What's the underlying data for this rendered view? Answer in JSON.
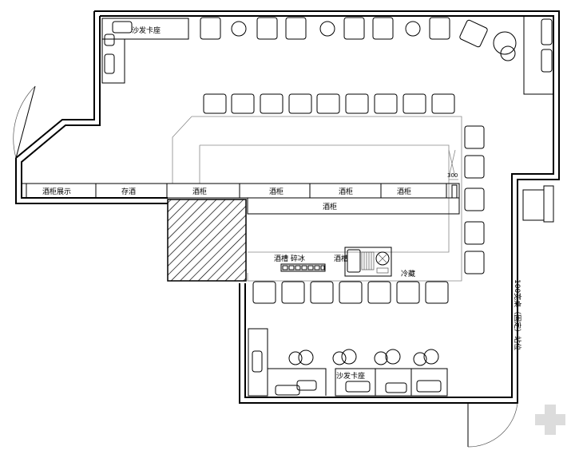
{
  "labels": {
    "sofa_top": "沙发卡座",
    "sofa_bottom": "沙发卡座",
    "cabinet_display": "酒柜展示",
    "storage": "存酒",
    "cabinet_1": "酒柜",
    "cabinet_2": "酒柜",
    "cabinet_3": "酒柜",
    "cabinet_4": "酒柜",
    "cabinet_lower": "酒柜",
    "sink_ice": "酒槽 碎冰",
    "sink_2": "酒槽",
    "fridge": "冷藏",
    "dimension": "300",
    "standing_area": "100宽桌（固定）站位"
  },
  "icons": {
    "watermark": "plus-watermark-icon"
  }
}
